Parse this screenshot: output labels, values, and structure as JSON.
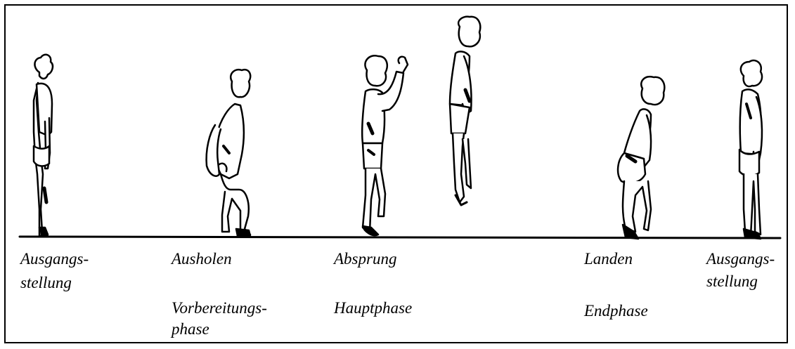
{
  "phases": [
    {
      "name": "Ausgangs-",
      "name2": "stellung",
      "phase": "",
      "phase2": ""
    },
    {
      "name": "Ausholen",
      "name2": "",
      "phase": "Vorbereitungs-",
      "phase2": "phase"
    },
    {
      "name": "Absprung",
      "name2": "",
      "phase": "Hauptphase",
      "phase2": ""
    },
    {
      "name": "Landen",
      "name2": "",
      "phase": "Endphase",
      "phase2": ""
    },
    {
      "name": "Ausgangs-",
      "name2": "stellung",
      "phase": "",
      "phase2": ""
    }
  ],
  "colors": {
    "ink": "#000000",
    "background": "#ffffff"
  },
  "figures": [
    "standing-figure",
    "crouching-figure",
    "takeoff-figure",
    "airborne-figure",
    "landing-figure",
    "standing-figure"
  ]
}
